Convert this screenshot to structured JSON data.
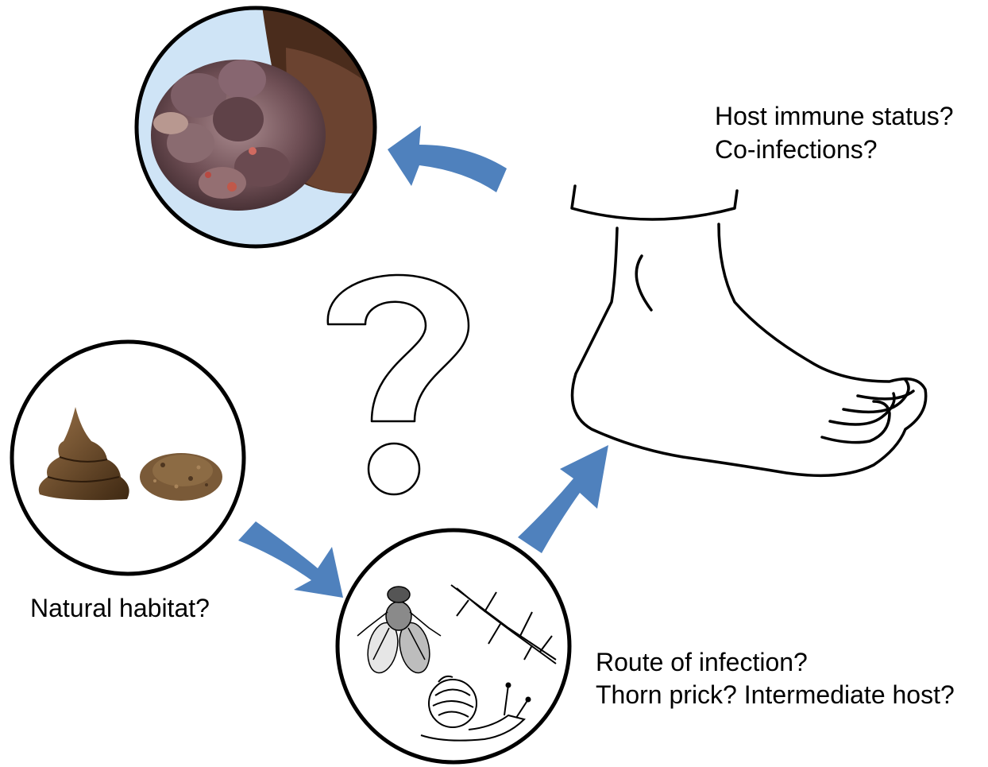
{
  "labels": {
    "host_immune": "Host immune status?",
    "co_infections": "Co-infections?",
    "natural_habitat": "Natural habitat?",
    "route": "Route of infection?",
    "thorn": "Thorn prick? Intermediate host?"
  },
  "colors": {
    "arrow": "#4f81bd",
    "outline": "#000000",
    "skin_dark": "#5a3a26",
    "lesion": "#7a5a5a",
    "feces": "#6b4a24",
    "soil": "#7a5a38"
  },
  "icons": [
    "mycetoma-foot-photo",
    "foot-outline-icon",
    "question-mark-icon",
    "feces-icon",
    "soil-icon",
    "fly-icon",
    "thorn-branch-icon",
    "snail-icon",
    "arrow-icon"
  ]
}
